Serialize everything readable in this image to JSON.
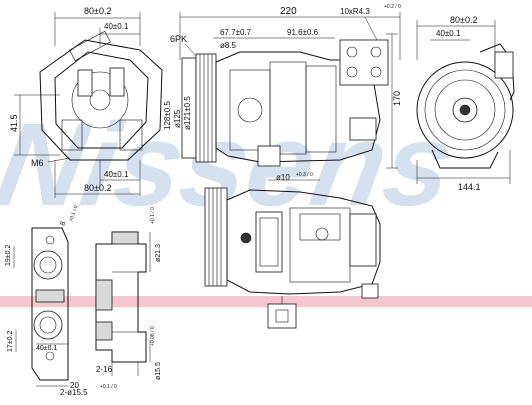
{
  "watermark": {
    "text": "Nissens",
    "color": "#c9d7ea"
  },
  "pink_band_color": "#f4c7cf",
  "dims": {
    "tl_80": "80±0.2",
    "tl_40": "40±0.1",
    "tl_415": "41.5",
    "tl_m6": "M6",
    "tl_40b": "40±0.1",
    "tl_80b": "80±0.2",
    "c_220": "220",
    "c_6pk": "6PK",
    "c_677": "67.7±0.7",
    "c_85": "ø8.5",
    "c_916": "91.6±0.6",
    "c_10x": "10xR4.3",
    "c_10x_tol": "+0.2 / 0",
    "c_170": "170",
    "c_128": "128±0.5",
    "c_125": "ø125",
    "c_121": "ø121±0.5",
    "c_10": "ø10",
    "c_10_tol": "+0.3 / 0",
    "r_80": "80±0.2",
    "r_40": "40±0.1",
    "r_1441": "144.1",
    "b_19": "19±0.2",
    "b_8": "8",
    "b_8_tol": "+0.1 / 0",
    "b_17": "17±0.2",
    "b_40": "40±0.1",
    "b_20": "20",
    "b_21": "ø21.3",
    "b_21_tol": "+0.1 / 0",
    "b_216": "2-16",
    "b_155": "2-ø15.5",
    "b_155_tol": "+0.1 / 0",
    "b_1555": "ø15.5",
    "b_1555_tol": "+0.08 / 0"
  }
}
